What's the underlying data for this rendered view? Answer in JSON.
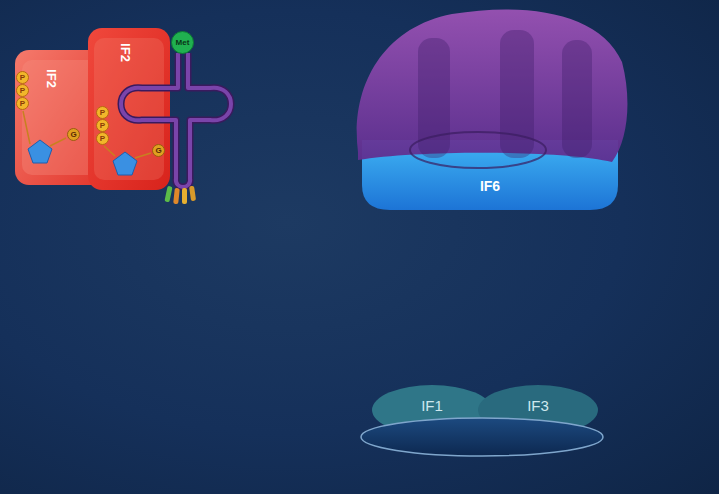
{
  "diagram": {
    "nodes": [
      {
        "text": [
          "IF2"
        ]
      },
      {
        "text": [
          "P"
        ],
        "in": 0
      },
      {
        "text": [
          "P"
        ],
        "in": 0
      },
      {
        "text": [
          "P"
        ],
        "in": 0
      },
      {
        "text": [
          "G"
        ],
        "in": 0
      },
      {
        "text": [
          "IF2"
        ]
      },
      {
        "text": [
          "P"
        ],
        "in": 5
      },
      {
        "text": [
          "P"
        ],
        "in": 5
      },
      {
        "text": [
          "P"
        ],
        "in": 5
      },
      {
        "text": [
          "G"
        ],
        "in": 5
      },
      {
        "text": [
          "Met"
        ]
      },
      {
        "text": [
          "IF6"
        ]
      },
      {
        "text": [
          "IF1"
        ]
      },
      {
        "text": [
          "IF3"
        ]
      }
    ]
  }
}
